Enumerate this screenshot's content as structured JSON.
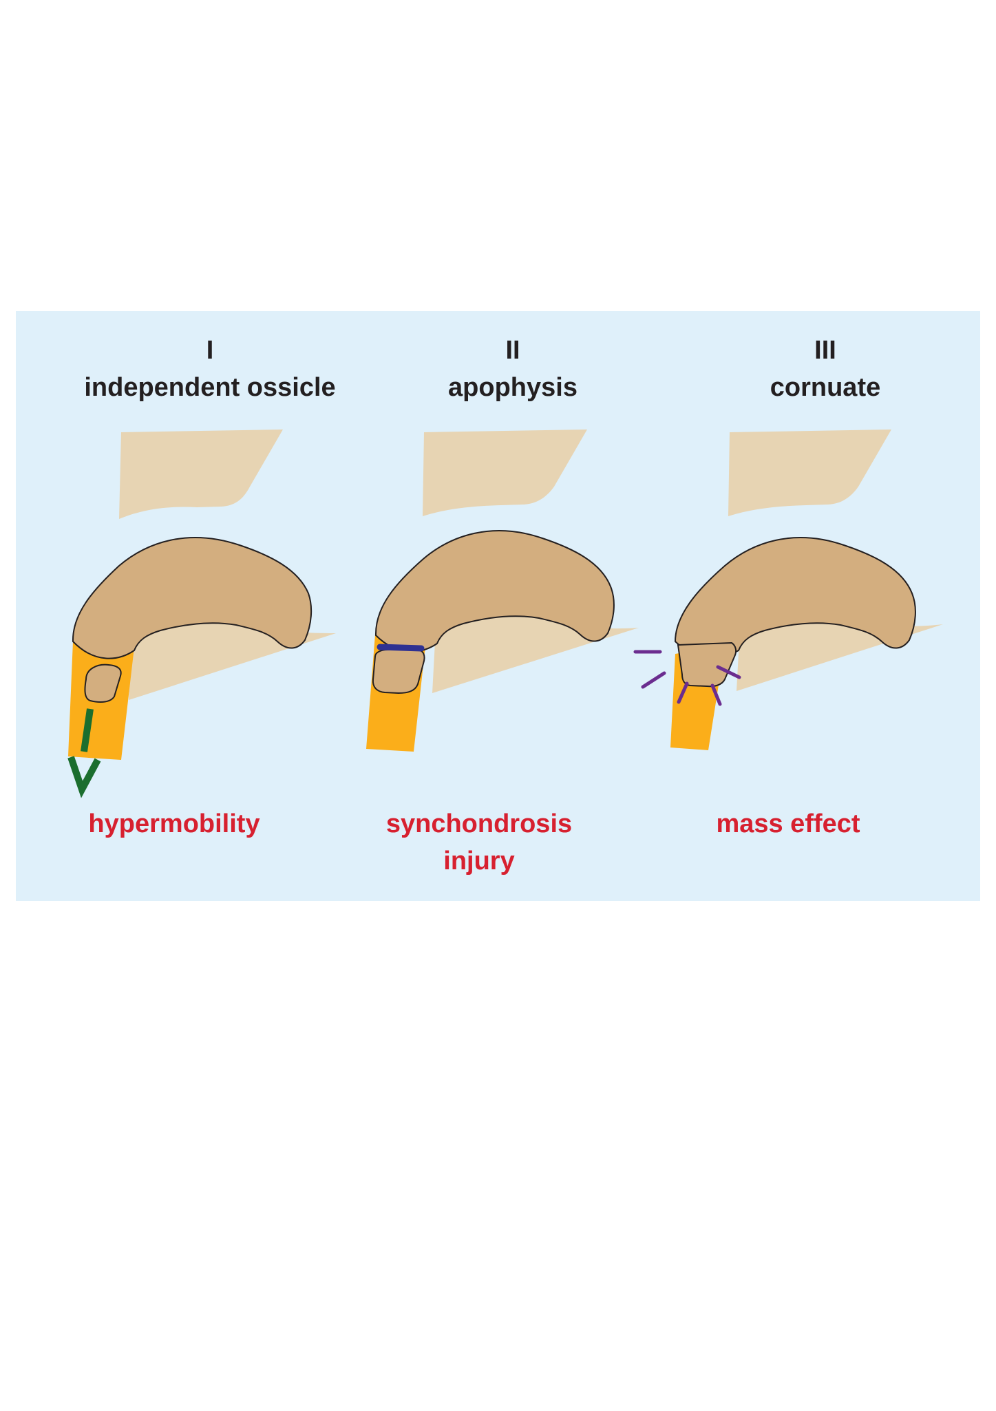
{
  "columns": [
    {
      "numeral": "I",
      "title": "independent ossicle",
      "caption": [
        "hypermobility"
      ]
    },
    {
      "numeral": "II",
      "title": "apophysis",
      "caption": [
        "synchondrosis",
        "injury"
      ]
    },
    {
      "numeral": "III",
      "title": "cornuate",
      "caption": [
        "mass effect"
      ]
    }
  ],
  "colors": {
    "panel_background": "#dff0fa",
    "bone_light": "#e7d4b3",
    "bone_main": "#d3ae7f",
    "cartilage": "#fbae1a",
    "outline": "#231f20",
    "arrow_green": "#1b6e2e",
    "synchondrosis_blue": "#2e3192",
    "mass_effect_purple": "#6b2d8f",
    "title_text": "#231f20",
    "caption_text": "#d7202f"
  }
}
